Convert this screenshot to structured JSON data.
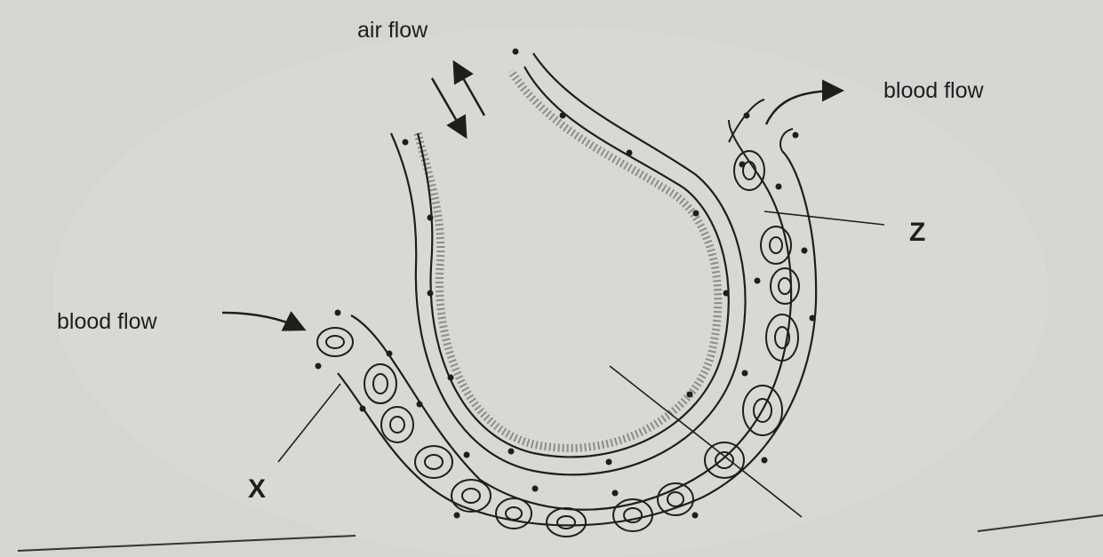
{
  "labels": {
    "air_flow": "air flow",
    "blood_flow_out": "blood flow",
    "blood_flow_in": "blood flow",
    "z": "Z",
    "x": "X"
  },
  "colors": {
    "background": "#d4d6d1",
    "ink": "#1e1e1e",
    "stipple": "#6b6d68"
  }
}
